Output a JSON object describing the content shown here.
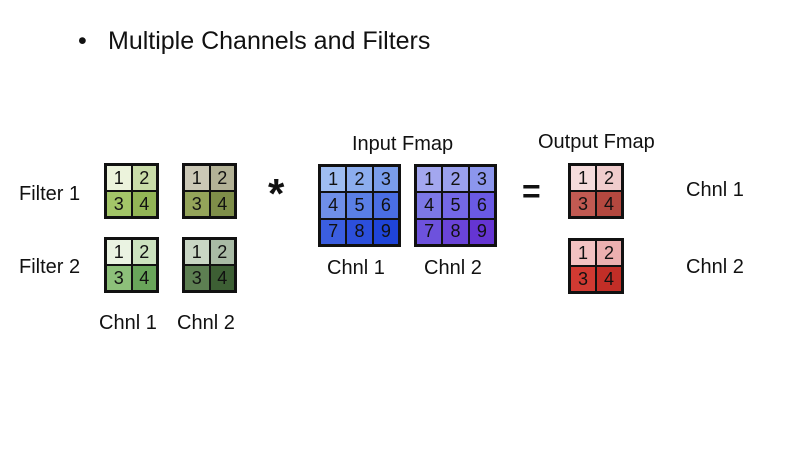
{
  "title": {
    "bullet": "•",
    "text": "Multiple Channels and Filters"
  },
  "labels": {
    "filter1": "Filter 1",
    "filter2": "Filter 2",
    "filter_chnl1": "Chnl 1",
    "filter_chnl2": "Chnl 2",
    "input_fmap": "Input Fmap",
    "input_chnl1": "Chnl 1",
    "input_chnl2": "Chnl 2",
    "output_fmap": "Output Fmap",
    "output_chnl1": "Chnl 1",
    "output_chnl2": "Chnl 2"
  },
  "operators": {
    "convolve": "*",
    "equals": "="
  },
  "grids": [
    {
      "id": "filter1-chnl1",
      "cols": 2,
      "cells": [
        "1",
        "2",
        "3",
        "4"
      ],
      "colors": [
        "#ecf3dc",
        "#c9dca8",
        "#a3c668",
        "#93b556"
      ]
    },
    {
      "id": "filter1-chnl2",
      "cols": 2,
      "cells": [
        "1",
        "2",
        "3",
        "4"
      ],
      "colors": [
        "#cbc8b6",
        "#b3b296",
        "#94a45a",
        "#7e8e49"
      ]
    },
    {
      "id": "filter2-chnl1",
      "cols": 2,
      "cells": [
        "1",
        "2",
        "3",
        "4"
      ],
      "colors": [
        "#eaf3e2",
        "#cce3bf",
        "#8dc07a",
        "#69a55a"
      ]
    },
    {
      "id": "filter2-chnl2",
      "cols": 2,
      "cells": [
        "1",
        "2",
        "3",
        "4"
      ],
      "colors": [
        "#c9d6c4",
        "#a9bba5",
        "#5d7f52",
        "#3d5f34"
      ]
    },
    {
      "id": "input-chnl1",
      "cols": 3,
      "cells": [
        "1",
        "2",
        "3",
        "4",
        "5",
        "6",
        "7",
        "8",
        "9"
      ],
      "colors": [
        "#9fbdf2",
        "#8cadee",
        "#7a9deb",
        "#6f8fe8",
        "#5a7fe6",
        "#4a6ee4",
        "#3b5ee0",
        "#2c4fdc",
        "#1f44d8"
      ]
    },
    {
      "id": "input-chnl2",
      "cols": 3,
      "cells": [
        "1",
        "2",
        "3",
        "4",
        "5",
        "6",
        "7",
        "8",
        "9"
      ],
      "colors": [
        "#a3a7ef",
        "#9aa0ee",
        "#8c96ed",
        "#7c78e7",
        "#7468e6",
        "#6a5ae5",
        "#6d52dd",
        "#6a44d8",
        "#6535d2"
      ]
    },
    {
      "id": "output-chnl1",
      "cols": 2,
      "cells": [
        "1",
        "2",
        "3",
        "4"
      ],
      "colors": [
        "#f5dcdc",
        "#f0cccc",
        "#c15a52",
        "#b4483f"
      ]
    },
    {
      "id": "output-chnl2",
      "cols": 2,
      "cells": [
        "1",
        "2",
        "3",
        "4"
      ],
      "colors": [
        "#f3c2c2",
        "#ecb0b0",
        "#d13a32",
        "#c22e27"
      ]
    }
  ]
}
